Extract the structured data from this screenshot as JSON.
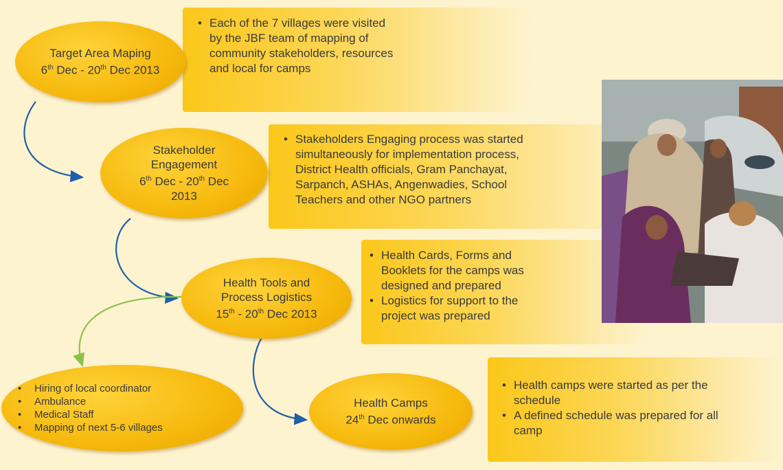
{
  "steps": [
    {
      "title": "Target Area Maping",
      "date": {
        "d1": "6",
        "s1": "th",
        "m1": " Dec - 20",
        "s2": "th",
        "m2": " Dec 2013"
      }
    },
    {
      "title1": "Stakeholder",
      "title2": "Engagement",
      "date": {
        "d1": "6",
        "s1": "th",
        "m1": " Dec - 20",
        "s2": "th",
        "m2": " Dec"
      },
      "year": "2013"
    },
    {
      "title1": "Health Tools and",
      "title2": "Process Logistics",
      "date": {
        "d1": "15",
        "s1": "th",
        "m1": " - 20",
        "s2": "th",
        "m2": " Dec 2013"
      }
    },
    {
      "title": "Health Camps",
      "date": {
        "d1": "24",
        "s1": "th",
        "m1": " Dec onwards"
      }
    }
  ],
  "notes": [
    {
      "lines": [
        "Each of the 7 villages were visited",
        "by the JBF team of mapping of",
        "community stakeholders, resources",
        "and local for camps"
      ]
    },
    {
      "lines": [
        "Stakeholders Engaging process was started",
        "simultaneously for implementation process,",
        "District Health officials, Gram Panchayat,",
        "Sarpanch, ASHAs, Angenwadies, School",
        "Teachers and other NGO partners"
      ]
    },
    {
      "bullets": [
        {
          "lines": [
            "Health Cards, Forms and",
            "Booklets for the camps was",
            "designed and prepared"
          ]
        },
        {
          "lines": [
            "Logistics for support to the",
            "project was prepared"
          ]
        }
      ]
    },
    {
      "bullets": [
        {
          "lines": [
            "Health camps were started as per the",
            "schedule"
          ]
        },
        {
          "lines": [
            "A defined schedule was prepared for all",
            "camp"
          ]
        }
      ]
    }
  ],
  "side_list": [
    "Hiring of local coordinator",
    "Ambulance",
    "Medical Staff",
    "Mapping of next 5-6 villages"
  ],
  "colors": {
    "ellipse": "#f6b90d",
    "background": "#fdf3cf",
    "arrow_blue": "#1f5ea8",
    "arrow_green": "#8cc34a"
  }
}
